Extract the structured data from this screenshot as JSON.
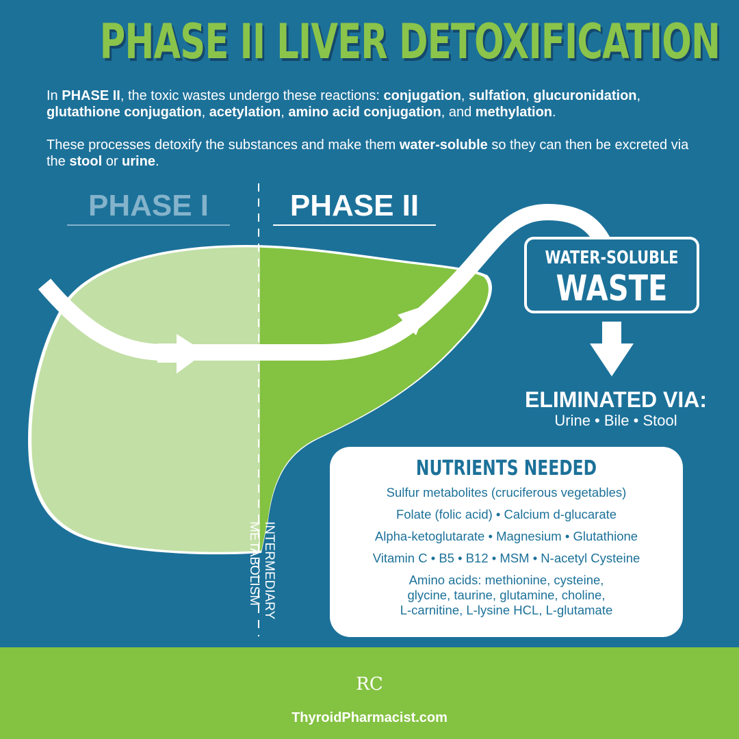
{
  "title": "PHASE II LIVER DETOXIFICATION",
  "intro": {
    "p1_prefix": "In ",
    "p1_phase": "PHASE II",
    "p1_mid": ", the toxic wastes undergo these reactions: ",
    "reactions": [
      "conjugation",
      "sulfation",
      "glucuronidation",
      "glutathione conjugation",
      "acetylation",
      "amino acid conjugation",
      "methylation"
    ],
    "sep": ", ",
    "and": ", and ",
    "end": ".",
    "p2_prefix": "These processes detoxify the substances and make them ",
    "p2_water": "water-soluble",
    "p2_mid": " so they can then be excreted via the ",
    "p2_stool": "stool",
    "p2_or": " or ",
    "p2_urine": "urine",
    "p2_end": "."
  },
  "phases": {
    "phase1": "PHASE I",
    "phase2": "PHASE II"
  },
  "intermediary": {
    "line1": "INTERMEDIARY",
    "line2": "METABOLISM"
  },
  "waste": {
    "small": "WATER-SOLUBLE",
    "big": "WASTE"
  },
  "eliminated": {
    "heading": "ELIMINATED VIA:",
    "list": "Urine • Bile • Stool"
  },
  "nutrients": {
    "title": "NUTRIENTS NEEDED",
    "lines": [
      "Sulfur metabolites (cruciferous vegetables)",
      "Folate (folic acid) • Calcium d-glucarate",
      "Alpha-ketoglutarate • Magnesium • Glutathione",
      "Vitamin C • B5 • B12 • MSM • N-acetyl Cysteine"
    ],
    "amino_lines": [
      "Amino acids: methionine, cysteine,",
      "glycine, taurine, glutamine, choline,",
      "L-carnitine, L-lysine HCL, L-glutamate"
    ]
  },
  "footer": {
    "logo_text": "RC",
    "site": "ThyroidPharmacist.com"
  },
  "colors": {
    "background": "#1c7199",
    "title_green": "#8bc44a",
    "liver_light": "#c2dfa5",
    "liver_dark": "#84c241",
    "footer_green": "#84c241",
    "white": "#ffffff"
  }
}
